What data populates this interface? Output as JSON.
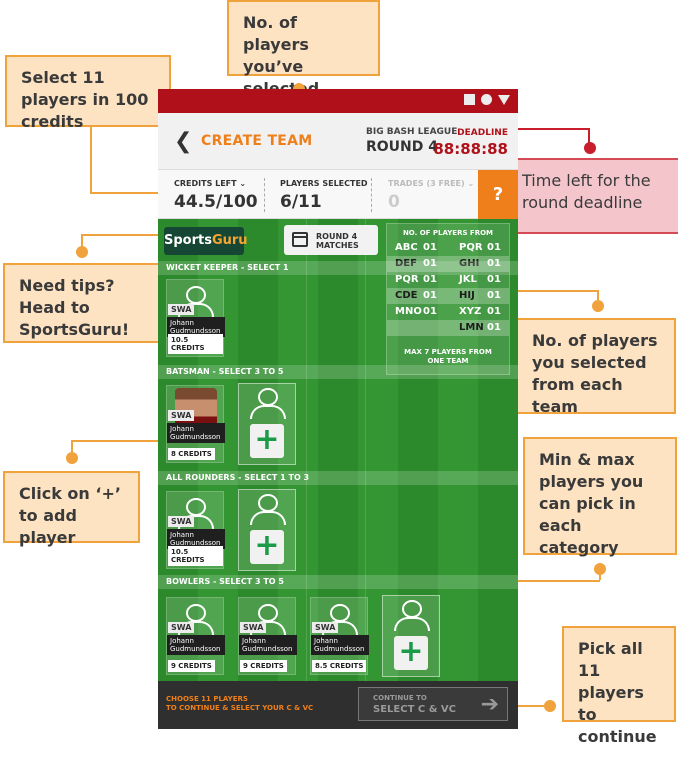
{
  "callouts": {
    "select11": "Select 11 players in 100 credits",
    "num_selected": "No. of players you’ve selected",
    "deadline": "Time left for the round deadline",
    "tips": "Need tips? Head to SportsGuru!",
    "per_team": "No. of players you selected from each team",
    "add_player": "Click on ‘+’ to add player",
    "min_max": "Min & max players you can pick in each category",
    "pick_all": "Pick all 11 players to continue"
  },
  "header": {
    "back_glyph": "❮",
    "title": "CREATE TEAM",
    "league": "BIG BASH LEAGUE",
    "round": "ROUND 4",
    "deadline_label": "DEADLINE",
    "deadline_time": "88:88:88"
  },
  "stats": {
    "credits_label": "CREDITS LEFT ⌄",
    "credits_value": "44.5/100",
    "players_label": "PLAYERS SELECTED",
    "players_value": "6/11",
    "trades_label": "TRADES (3 FREE) ⌄",
    "trades_value": "0",
    "help": "?"
  },
  "toolbar": {
    "sportsguru_sports": "Sports",
    "sportsguru_guru": "Guru",
    "matches_line1": "ROUND 4",
    "matches_line2": "MATCHES"
  },
  "team_panel": {
    "title": "NO. OF PLAYERS FROM",
    "rows": [
      {
        "a": "ABC",
        "an": "01",
        "b": "PQR",
        "bn": "01",
        "light": false
      },
      {
        "a": "DEF",
        "an": "01",
        "b": "GHI",
        "bn": "01",
        "light": true
      },
      {
        "a": "PQR",
        "an": "01",
        "b": "JKL",
        "bn": "01",
        "light": false
      },
      {
        "a": "CDE",
        "an": "01",
        "b": "HIJ",
        "bn": "01",
        "light": true
      },
      {
        "a": "MNO",
        "an": "01",
        "b": "XYZ",
        "bn": "01",
        "light": false
      },
      {
        "a": "",
        "an": "",
        "b": "LMN",
        "bn": "01",
        "light": true
      }
    ],
    "footer_line1": "MAX 7 PLAYERS FROM",
    "footer_line2": "ONE TEAM"
  },
  "sections": {
    "wk": "WICKET KEEPER - SELECT 1",
    "bat": "BATSMAN - SELECT 3 TO 5",
    "ar": "ALL ROUNDERS - SELECT 1 TO 3",
    "bowl": "BOWLERS - SELECT 3 TO 5"
  },
  "players": {
    "wk1": {
      "team": "SWA",
      "name1": "Johann",
      "name2": "Gudmundsson",
      "credits": "10.5 CREDITS"
    },
    "bat1": {
      "team": "SWA",
      "name1": "Johann",
      "name2": "Gudmundsson",
      "credits": "8 CREDITS"
    },
    "ar1": {
      "team": "SWA",
      "name1": "Johann",
      "name2": "Gudmundsson",
      "credits": "10.5 CREDITS"
    },
    "bowl1": {
      "team": "SWA",
      "name1": "Johann",
      "name2": "Gudmundsson",
      "credits": "9 CREDITS"
    },
    "bowl2": {
      "team": "SWA",
      "name1": "Johann",
      "name2": "Gudmundsson",
      "credits": "9 CREDITS"
    },
    "bowl3": {
      "team": "SWA",
      "name1": "Johann",
      "name2": "Gudmundsson",
      "credits": "8.5 CREDITS"
    }
  },
  "add_glyph": "+",
  "footer": {
    "msg_line1": "CHOOSE 11 PLAYERS",
    "msg_line2": "TO CONTINUE & SELECT YOUR C & VC",
    "continue_line1": "CONTINUE TO",
    "continue_line2": "SELECT C & VC",
    "arrow": "➔"
  },
  "colors": {
    "accent": "#ef7f1a",
    "brand_red": "#b01019",
    "field_green": "#2c8a2c",
    "callout_bg": "#fde3c2",
    "callout_border": "#f0a23c",
    "deadline_callout_bg": "#f4c6cc"
  }
}
